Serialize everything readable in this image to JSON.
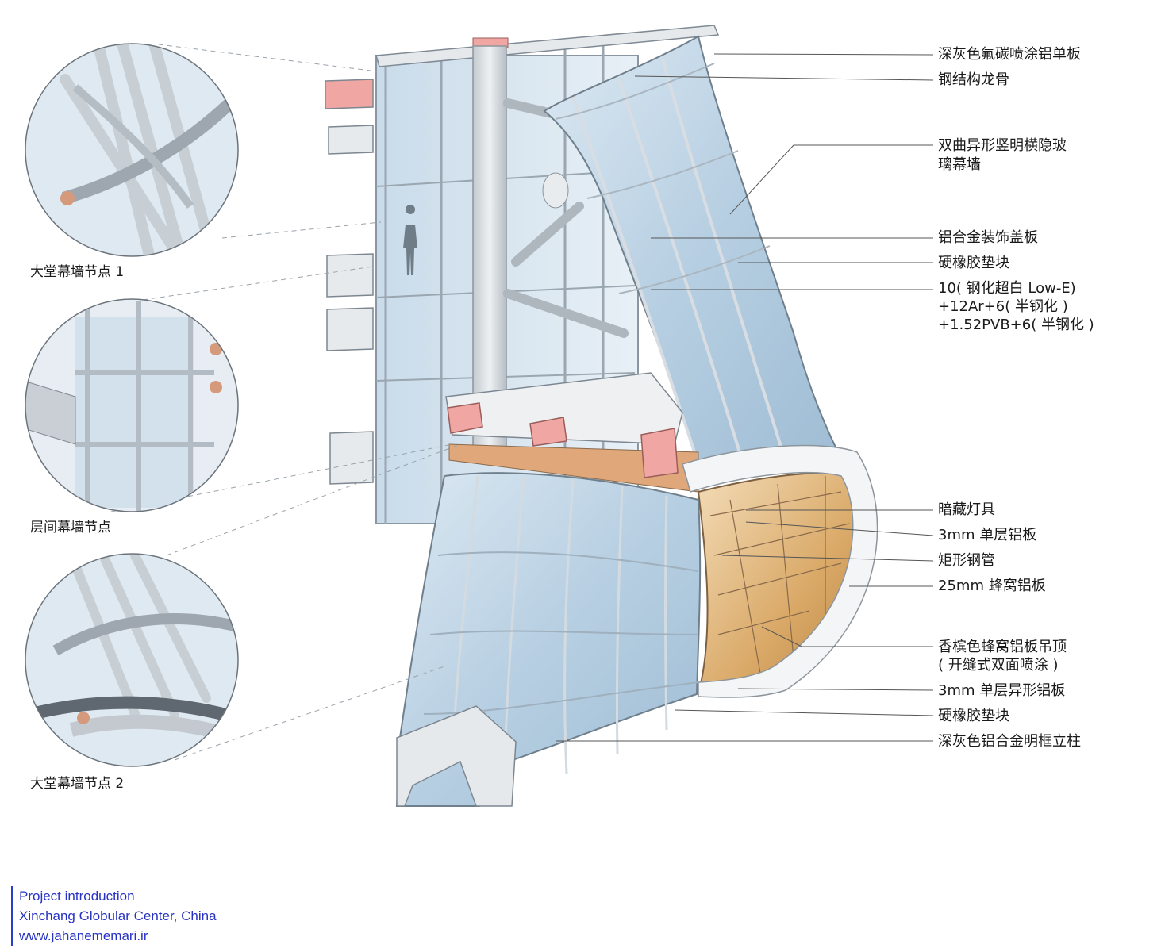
{
  "callouts": [
    {
      "lines": [
        "深灰色氟碳喷涂铝单板"
      ]
    },
    {
      "lines": [
        "钢结构龙骨"
      ]
    },
    {
      "lines": [
        "双曲异形竖明横隐玻",
        "璃幕墙"
      ]
    },
    {
      "lines": [
        "铝合金装饰盖板"
      ]
    },
    {
      "lines": [
        "硬橡胶垫块"
      ]
    },
    {
      "lines": [
        "10( 钢化超白 Low-E)",
        "+12Ar+6( 半钢化 )",
        "+1.52PVB+6( 半钢化 )"
      ]
    },
    {
      "lines": [
        "暗藏灯具"
      ]
    },
    {
      "lines": [
        "3mm 单层铝板"
      ]
    },
    {
      "lines": [
        "矩形钢管"
      ]
    },
    {
      "lines": [
        "25mm 蜂窝铝板"
      ]
    },
    {
      "lines": [
        "香槟色蜂窝铝板吊顶",
        "( 开缝式双面喷涂 )"
      ]
    },
    {
      "lines": [
        "3mm 单层异形铝板"
      ]
    },
    {
      "lines": [
        "硬橡胶垫块"
      ]
    },
    {
      "lines": [
        "深灰色铝合金明框立柱"
      ]
    }
  ],
  "details": [
    {
      "caption": "大堂幕墙节点 1"
    },
    {
      "caption": "层间幕墙节点"
    },
    {
      "caption": "大堂幕墙节点 2"
    }
  ],
  "credits": {
    "line1": "Project introduction",
    "line2": "Xinchang Globular Center, China",
    "line3": "www.jahanememari.ir"
  },
  "colors": {
    "glass": "#bcd3e4",
    "glass_dark": "#8fb1cb",
    "mullion": "#cfd6dc",
    "steel": "#d9dde1",
    "beam_pink": "#f0a7a3",
    "ceiling_gold": "#d8a86a",
    "text": "#1a1a1a",
    "credit_blue": "#2733c4"
  }
}
